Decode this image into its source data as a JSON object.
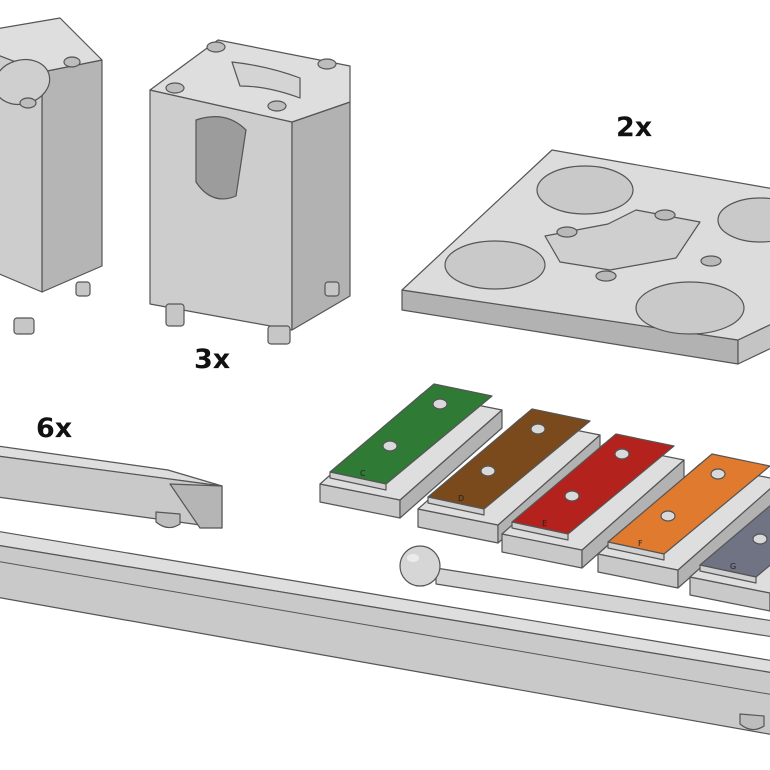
{
  "labels": {
    "qty_block": "3x",
    "qty_plate": "2x",
    "qty_rail": "6x"
  },
  "bars": [
    {
      "letter": "C",
      "color": "#2f7a35"
    },
    {
      "letter": "D",
      "color": "#7a4a1c"
    },
    {
      "letter": "E",
      "color": "#b3221d"
    },
    {
      "letter": "F",
      "color": "#e07a2e"
    },
    {
      "letter": "G",
      "color": "#6f7384"
    }
  ],
  "colors": {
    "part_top": "#dcdcdc",
    "part_left": "#c9c9c9",
    "part_right": "#b2b2b2",
    "edge": "#555555"
  }
}
